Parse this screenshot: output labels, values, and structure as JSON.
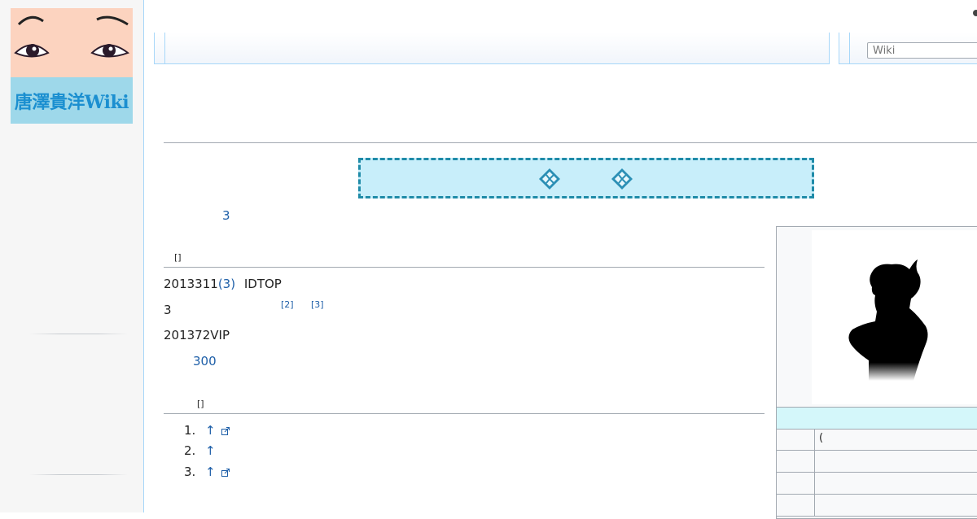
{
  "logo": {
    "text": "唐澤貴洋Wiki"
  },
  "search": {
    "placeholder": "Wiki"
  },
  "notice": {
    "icons": [
      "wiki-diamond-icon",
      "wiki-diamond-icon"
    ]
  },
  "intro": {
    "count": "3"
  },
  "sections": {
    "main": {
      "edit_link": "[]",
      "para1_text": "2013311",
      "para1_link": "(3)",
      "para1_tail": "IDTOP",
      "para2_text": "3",
      "cite2": "[2]",
      "cite3": "[3]",
      "para3_text": "201372VIP",
      "para4_link": "300"
    },
    "references": {
      "edit_link": "[]",
      "items": [
        {
          "num": "1.",
          "arrow": "↑",
          "external": true
        },
        {
          "num": "2.",
          "arrow": "↑",
          "external": false
        },
        {
          "num": "3.",
          "arrow": "↑",
          "external": true
        }
      ]
    }
  },
  "infobox": {
    "image": "silhouette-portrait",
    "rows": [
      {
        "value": "("
      },
      {
        "value": ""
      },
      {
        "value": ""
      },
      {
        "value": ""
      }
    ]
  },
  "colors": {
    "link": "#1e5fa8",
    "notice_bg": "#c8eefa",
    "notice_border": "#1f8ba8",
    "infobox_header": "#d4f7fa",
    "sidebar_bg": "#f6f6f6"
  }
}
